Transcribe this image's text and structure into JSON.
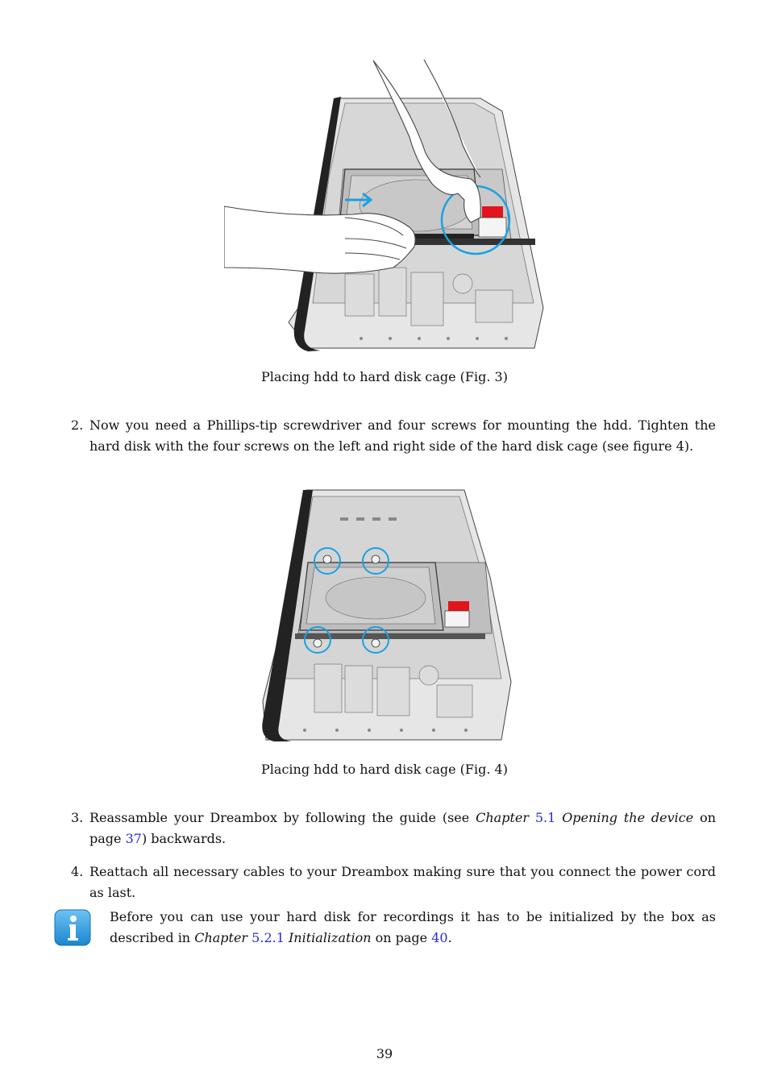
{
  "figures": [
    {
      "caption": "Placing hdd to hard disk cage (Fig. 3)"
    },
    {
      "caption": "Placing hdd to hard disk cage (Fig. 4)"
    }
  ],
  "steps": [
    {
      "number": "2.",
      "text": "Now you need a Phillips-tip screwdriver and four screws for mounting the hdd. Tighten the hard disk with the four screws on the left and right side of the hard disk cage (see figure 4)."
    },
    {
      "number": "3.",
      "text_before": "Reassamble your Dreambox by following the guide (see ",
      "chapter_word": "Chapter",
      "chapter_ref": "5.1",
      "chapter_title": "Opening the device",
      "on_page": " on page ",
      "page_ref": "37",
      "text_after": ") backwards."
    },
    {
      "number": "4.",
      "text": "Reattach all necessary cables to your Dreambox making sure that you connect the power cord as last."
    }
  ],
  "note": {
    "icon": "info-icon",
    "text_before": "Before you can use your hard disk for recordings it has to be initialized by the box as described in ",
    "chapter_word": "Chapter",
    "chapter_ref": "5.2.1",
    "chapter_title": "Initialization",
    "on_page": " on page ",
    "page_ref": "40",
    "text_after": "."
  },
  "page_number": "39",
  "colors": {
    "link": "#2a2ae0",
    "accent": "#1ba1e2",
    "connector_red": "#e3141c"
  }
}
